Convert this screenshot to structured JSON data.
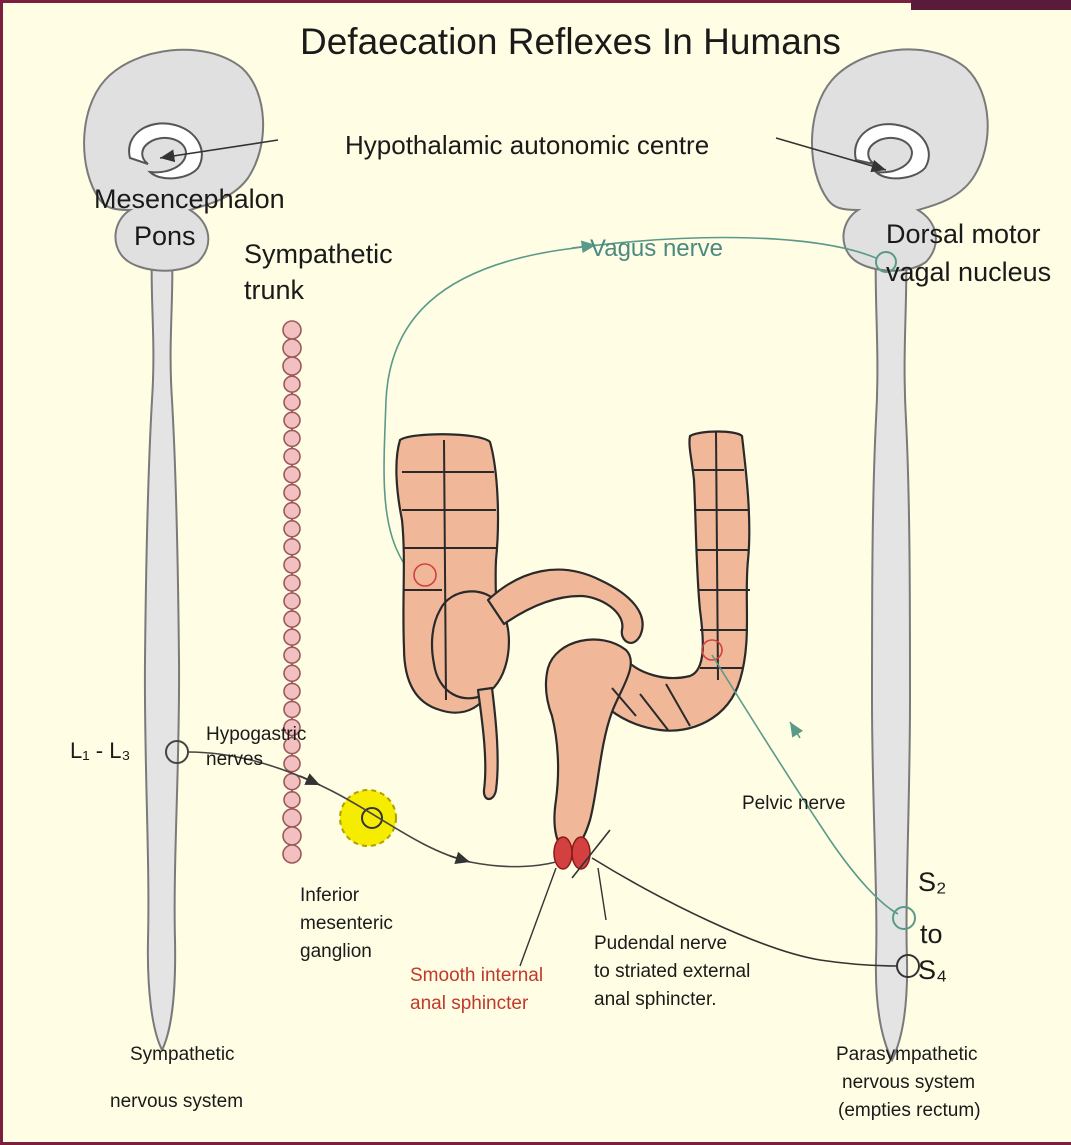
{
  "title": "Defaecation Reflexes In Humans",
  "labels": {
    "hypothalamic": "Hypothalamic autonomic centre",
    "mesencephalon": "Mesencephalon",
    "pons": "Pons",
    "sympathetic_trunk_1": "Sympathetic",
    "sympathetic_trunk_2": "trunk",
    "vagus": "Vagus nerve",
    "dorsal_1": "Dorsal motor",
    "dorsal_2": "vagal nucleus",
    "l1l3": "L₁ - L₃",
    "hypogastric_1": "Hypogastric",
    "hypogastric_2": "nerves",
    "pelvic": "Pelvic nerve",
    "imd_1": "Inferior",
    "imd_2": "mesenteric",
    "imd_3": "ganglion",
    "smooth_1": "Smooth internal",
    "smooth_2": "anal sphincter",
    "pudendal_1": "Pudendal nerve",
    "pudendal_2": "to striated external",
    "pudendal_3": "anal sphincter.",
    "s2": "S₂",
    "to": "to",
    "s4": "S₄",
    "symp_ns_1": "Sympathetic",
    "symp_ns_2": "nervous system",
    "para_ns_1": "Parasympathetic",
    "para_ns_2": "nervous system",
    "para_ns_3": "(empties rectum)"
  },
  "colors": {
    "background": "#fffde3",
    "border": "#7a1f3d",
    "brain": "#e0e0e0",
    "colon": "#f0b898",
    "trunk_bead": "#f2c0c0",
    "ganglion": "#f5ec00",
    "sphincter": "#d44040",
    "vagus_nerve": "#5a9a8a"
  }
}
